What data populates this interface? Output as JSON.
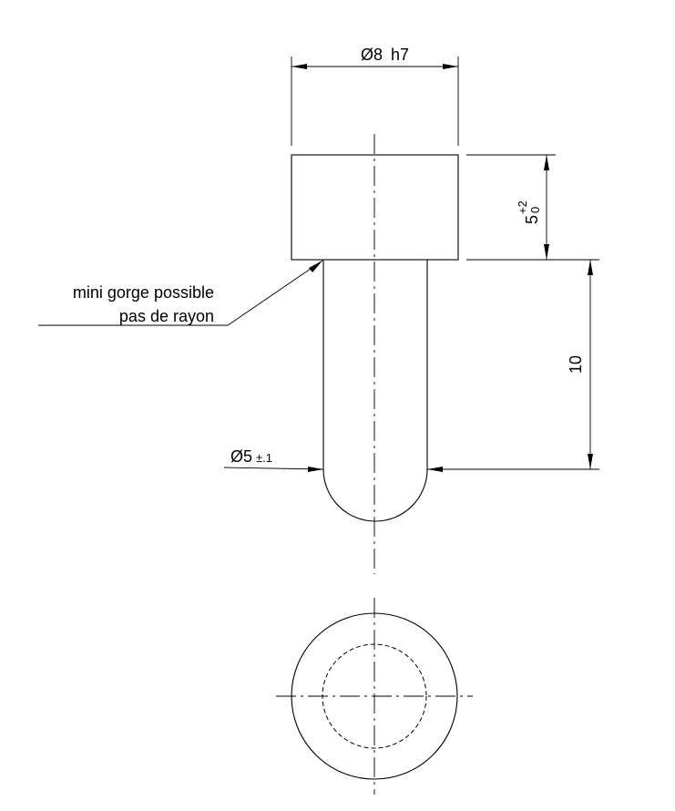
{
  "drawing": {
    "dim_head_diameter": "Ø8",
    "dim_head_diameter_tol": "h7",
    "dim_head_height": "5",
    "dim_head_height_tol_upper": "+2",
    "dim_head_height_tol_lower": "0",
    "dim_shaft_length": "10",
    "dim_shaft_diameter": "Ø5",
    "dim_shaft_diameter_tol": "±.1",
    "note_line1": "mini gorge possible",
    "note_line2": "pas de rayon"
  }
}
